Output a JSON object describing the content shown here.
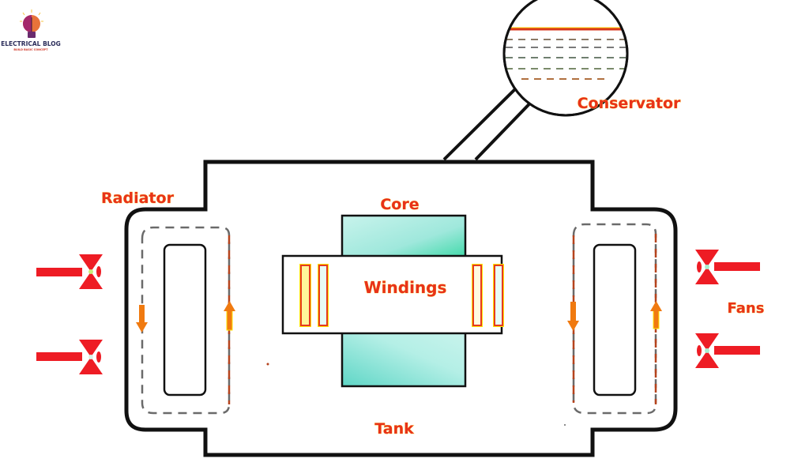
{
  "logo": {
    "title": "ELECTRICAL BLOG",
    "subtitle": "BUILD BASIC CONCEPT",
    "icon": "lightbulb-icon"
  },
  "labels": {
    "conservator": "Conservator",
    "radiator": "Radiator",
    "core": "Core",
    "windings": "Windings",
    "fans": "Fans",
    "tank": "Tank"
  },
  "colors": {
    "label_text": "#e8321a",
    "label_glow": "#ffe14d",
    "outline": "#111111",
    "fan_red": "#ee1c24",
    "arrow_orange": "#f07a10",
    "core_cyan": "#9fe8dc",
    "core_green": "#3fd9a8",
    "winding_yellow": "#ffe600",
    "winding_red": "#e63b1f"
  },
  "icons": {
    "fan": "fan-icon",
    "flow_down": "arrow-down-icon",
    "flow_up": "arrow-up-icon"
  }
}
